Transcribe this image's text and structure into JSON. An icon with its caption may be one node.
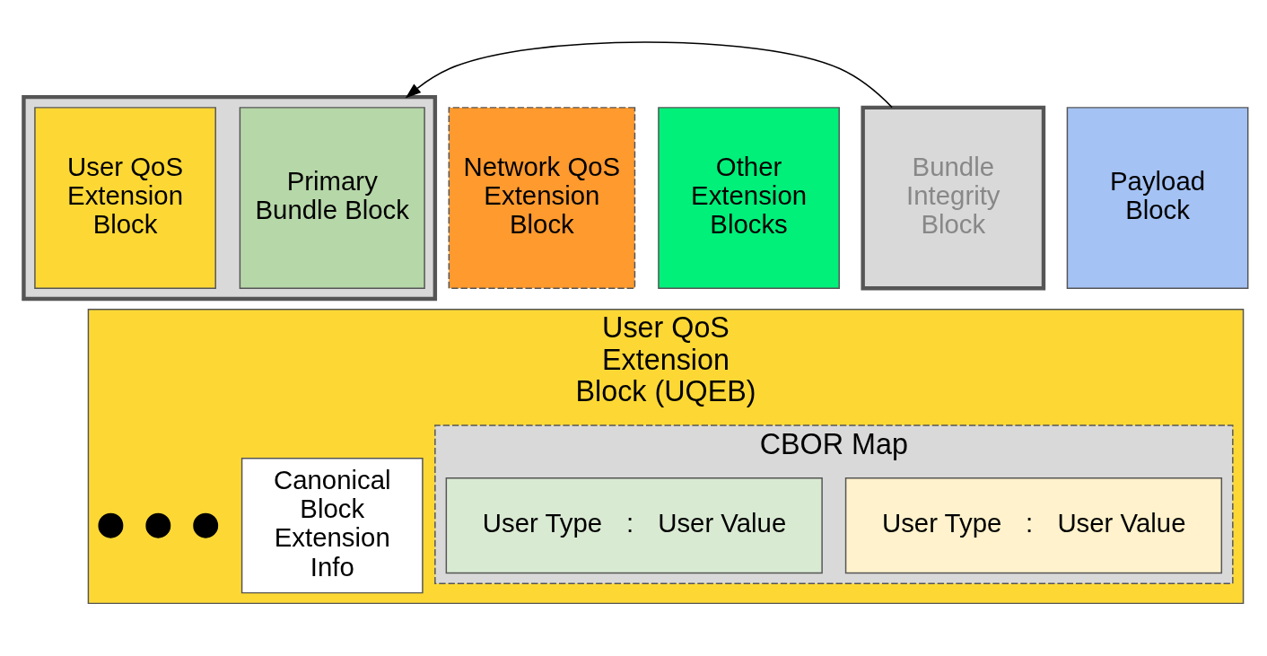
{
  "diagram": {
    "nodes": [
      {
        "text": [],
        "shape": "box"
      },
      {
        "text": [
          "Primary Bundle Block"
        ],
        "in": 0
      },
      {
        "text": [
          "User QoS Extension Block"
        ],
        "in": 0
      },
      {
        "text": [
          "Network QoS Extension Block"
        ]
      },
      {
        "text": [
          "Other Extension Blocks"
        ]
      },
      {
        "text": [
          "Bundle Integrity Block"
        ]
      },
      {
        "text": [
          "Payload Block"
        ]
      },
      {
        "text": [
          "User QoS Extension Block (UQEB)"
        ]
      },
      {
        "text": [
          "Canonical Block Extension Info"
        ],
        "in": 7
      },
      {
        "text": [
          "CBOR Map"
        ],
        "in": 7
      },
      {
        "text": [
          "User Type",
          ":",
          "User Value"
        ],
        "in": 9
      },
      {
        "text": [
          "User Type",
          ":",
          "User Value"
        ],
        "in": 9
      },
      {
        "text": [],
        "shape": "circle",
        "in": 7
      },
      {
        "text": [],
        "shape": "circle",
        "in": 7
      },
      {
        "text": [],
        "shape": "circle",
        "in": 7
      }
    ],
    "edges": [
      {
        "from": 5,
        "to": 0,
        "arrow": "to"
      }
    ]
  }
}
